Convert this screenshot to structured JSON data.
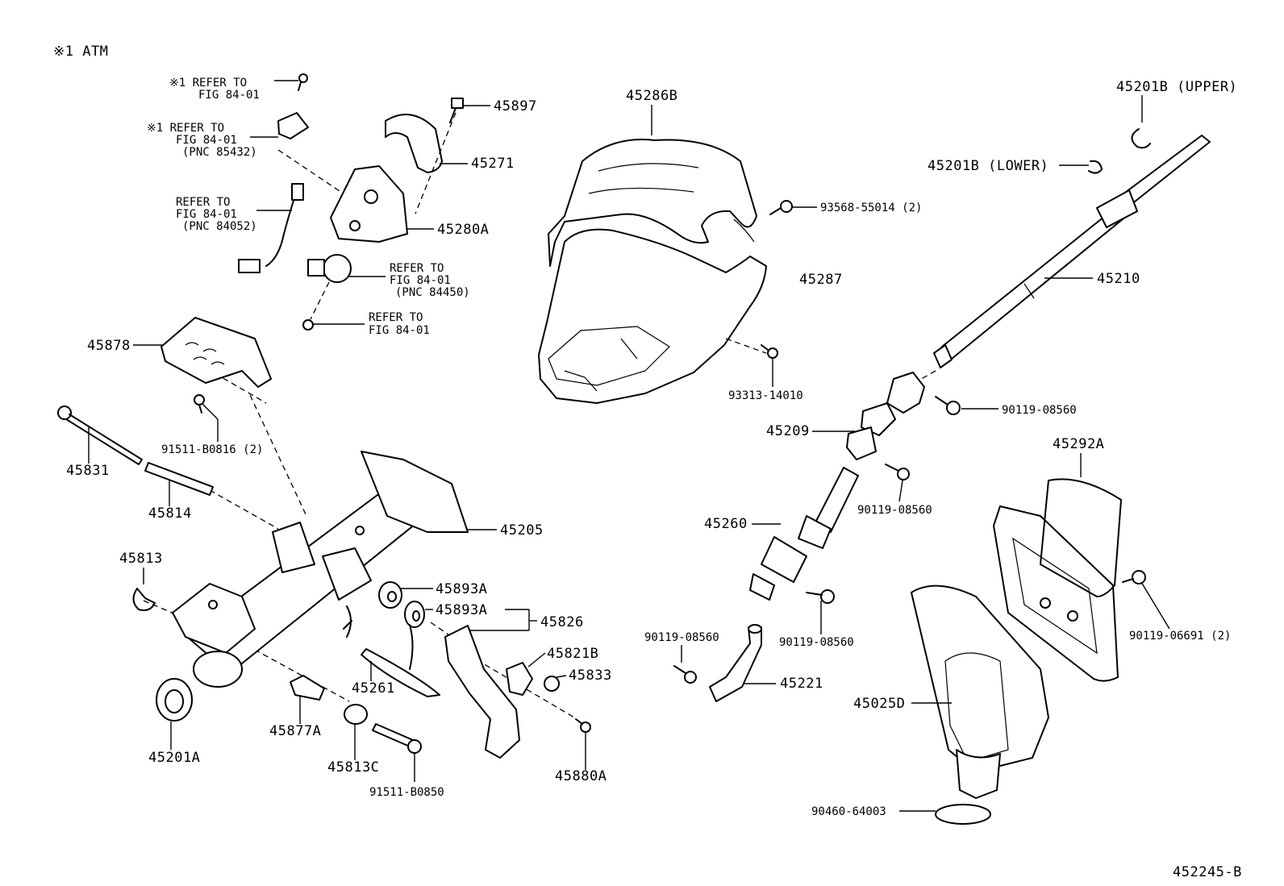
{
  "header_note": "※1 ATM",
  "figure_id": "452245-B",
  "labels": {
    "l45286B": "45286B",
    "l45201B_upper": "45201B (UPPER)",
    "l45201B_lower": "45201B (LOWER)",
    "l93568": "93568-55014 (2)",
    "l45287": "45287",
    "l45210": "45210",
    "l93313": "93313-14010",
    "l90119_a": "90119-08560",
    "l45209": "45209",
    "l90119_b": "90119-08560",
    "l45292A": "45292A",
    "l45260": "45260",
    "l90119_c": "90119-06691 (2)",
    "l90119_d": "90119-08560",
    "l90119_e": "90119-08560",
    "l45221": "45221",
    "l45025D": "45025D",
    "l90460": "90460-64003",
    "l45897": "45897",
    "l45271": "45271",
    "l45280A": "45280A",
    "l45878": "45878",
    "l91511a": "91511-B0816 (2)",
    "l45831": "45831",
    "l45814": "45814",
    "l45205": "45205",
    "l45813": "45813",
    "l45893A_1": "45893A",
    "l45893A_2": "45893A",
    "l45826": "45826",
    "l45821B": "45821B",
    "l45833": "45833",
    "l45261": "45261",
    "l45877A": "45877A",
    "l45813C": "45813C",
    "l91511b": "91511-B0850",
    "l45880A": "45880A",
    "l45201A": "45201A"
  },
  "refer_notes": {
    "r1_line1": "※1 REFER TO",
    "r1_line2": "FIG 84-01",
    "r2_line1": "※1 REFER TO",
    "r2_line2": "FIG 84-01",
    "r2_line3": "(PNC 85432)",
    "r3_line1": "REFER TO",
    "r3_line2": "FIG 84-01",
    "r3_line3": "(PNC 84052)",
    "r4_line1": "REFER TO",
    "r4_line2": "FIG 84-01",
    "r4_line3": "(PNC 84450)",
    "r5_line1": "REFER TO",
    "r5_line2": "FIG 84-01"
  }
}
